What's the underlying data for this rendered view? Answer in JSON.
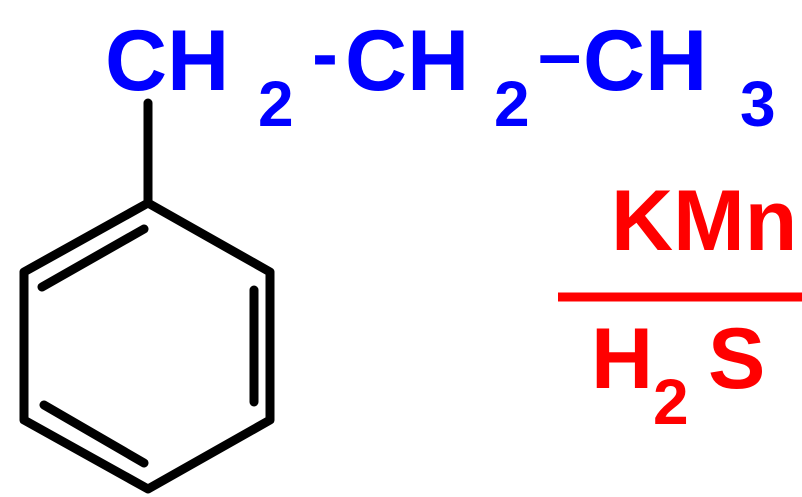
{
  "colors": {
    "chain": "#0000ff",
    "reagent": "#ff0000",
    "bonds": "#000000",
    "background": "#ffffff"
  },
  "chain": {
    "group1_main": "CH",
    "group1_sub": "2",
    "dash1": "-",
    "group2_main": "CH",
    "group2_sub": "2",
    "dash2": "–",
    "group3_main": "CH",
    "group3_sub": "3"
  },
  "reagent": {
    "above": "KMn",
    "below_main": "H",
    "below_sub": "2",
    "below_rest": "S"
  }
}
